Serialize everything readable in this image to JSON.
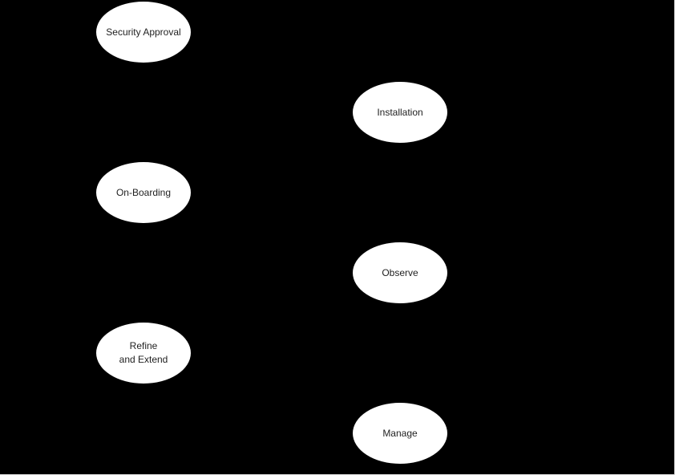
{
  "diagram": {
    "background_color": "#000000",
    "node_fill_color": "#ffffff",
    "node_border_color": "#000000",
    "node_text_color": "#1f1f1f",
    "nodes": [
      {
        "id": "security-approval",
        "shape": "ellipse",
        "label": "Security Approval"
      },
      {
        "id": "installation",
        "shape": "ellipse",
        "label": "Installation"
      },
      {
        "id": "on-boarding",
        "shape": "ellipse",
        "label": "On-Boarding"
      },
      {
        "id": "observe",
        "shape": "ellipse",
        "label": "Observe"
      },
      {
        "id": "refine-and-extend",
        "shape": "ellipse",
        "label": "Refine\nand Extend"
      },
      {
        "id": "manage",
        "shape": "ellipse",
        "label": "Manage"
      }
    ]
  }
}
